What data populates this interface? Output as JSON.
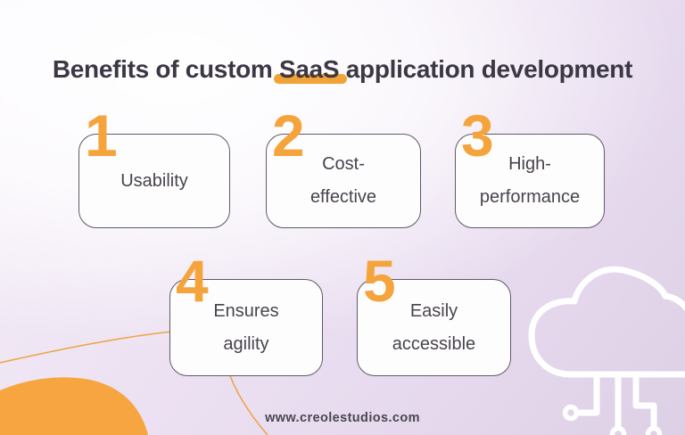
{
  "title": {
    "prefix": "Benefits of custom ",
    "highlight": "SaaS",
    "suffix": " application development"
  },
  "cards": [
    {
      "number": "1",
      "lines": [
        "Usability"
      ]
    },
    {
      "number": "2",
      "lines": [
        "Cost-",
        "effective"
      ]
    },
    {
      "number": "3",
      "lines": [
        "High-",
        "performance"
      ]
    },
    {
      "number": "4",
      "lines": [
        "Ensures",
        "agility"
      ]
    },
    {
      "number": "5",
      "lines": [
        "Easily",
        "accessible"
      ]
    }
  ],
  "footer": {
    "website": "www.creolestudios.com"
  },
  "decorations": {
    "cloud_icon": "cloud-circuit-icon",
    "blob": "orange-corner-blob",
    "curve": "orange-curve-line",
    "highlight_bar": "saas-underline-highlight"
  },
  "colors": {
    "accent_orange": "#f5a43c",
    "highlight_orange": "#f2a338",
    "blob_orange": "#f6a540",
    "curve_orange": "#efa449",
    "title_text": "#3c3744",
    "card_text": "#48434e",
    "card_border": "#5e5a66",
    "card_background": "#fefdfe",
    "footer_text": "#4b4650",
    "background_lavender": "#e0d3e7",
    "cloud_white": "#ffffff"
  }
}
